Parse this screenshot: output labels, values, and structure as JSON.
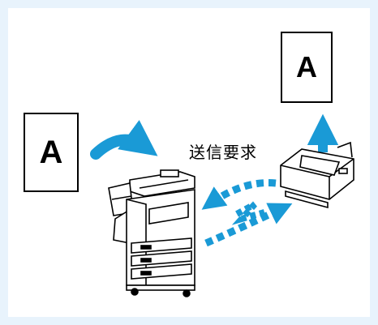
{
  "documents": {
    "original_letter": "A",
    "received_letter": "A"
  },
  "labels": {
    "request_send": "送信要求"
  },
  "colors": {
    "background": "#e8f3fc",
    "panel": "#ffffff",
    "arrow_blue": "#1a9ad6",
    "outline": "#000000"
  },
  "icons": [
    "document-icon",
    "multifunction-printer-icon",
    "fax-machine-icon",
    "curved-arrow-icon",
    "dashed-arrow-icon"
  ]
}
